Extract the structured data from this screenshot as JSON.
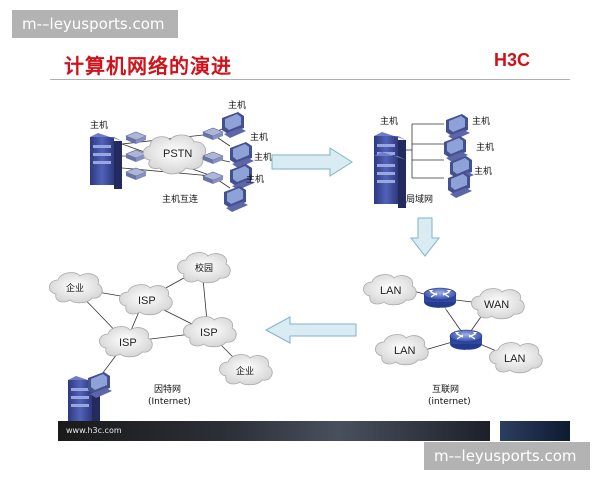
{
  "watermark": {
    "top": "m-–leyusports.com",
    "bottom": "m-–leyusports.com"
  },
  "slide": {
    "title": "计算机网络的演进",
    "logo": "H3C",
    "footer_url": "www.h3c.com"
  },
  "stage1": {
    "host_label": "主机",
    "pstn_label": "PSTN",
    "caption": "主机互连",
    "terminal_labels": [
      "主机",
      "主机",
      "主机",
      "主机"
    ]
  },
  "stage2": {
    "host_label": "主机",
    "terminal_labels": [
      "主机",
      "主机",
      "主机"
    ],
    "caption": "局域网"
  },
  "stage3": {
    "lan_labels": [
      "LAN",
      "LAN",
      "LAN"
    ],
    "wan_label": "WAN",
    "router_label": "ROUTER",
    "caption_line1": "互联网",
    "caption_line2": "(internet)"
  },
  "stage4": {
    "enterprise_labels": [
      "企业",
      "企业"
    ],
    "campus_label": "校园",
    "isp_labels": [
      "ISP",
      "ISP",
      "ISP"
    ],
    "caption_line1": "因特网",
    "caption_line2": "(Internet)"
  },
  "colors": {
    "accent": "#d0121b",
    "cloud": "#e6e6e6",
    "arrow": "#d9ecf3",
    "server": "#3d4a9a"
  }
}
